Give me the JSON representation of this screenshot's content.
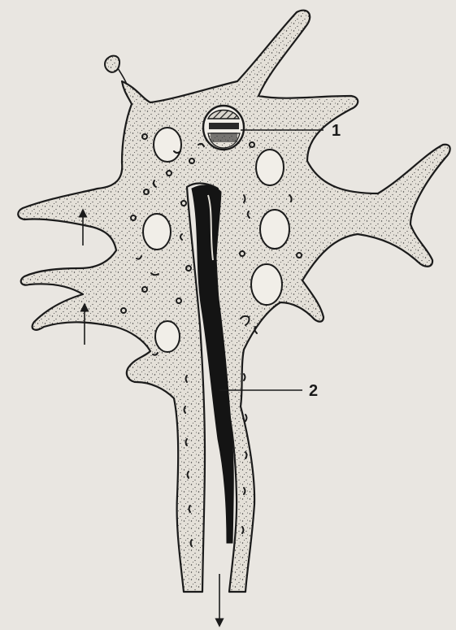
{
  "figure": {
    "labels": [
      {
        "id": "label-1",
        "text": "1"
      },
      {
        "id": "label-2",
        "text": "2"
      }
    ],
    "colors": {
      "background": "#e9e6e1",
      "cell": "#e4e0d8",
      "outline": "#1b1b1b",
      "stipple": "#3a3a3a"
    }
  }
}
